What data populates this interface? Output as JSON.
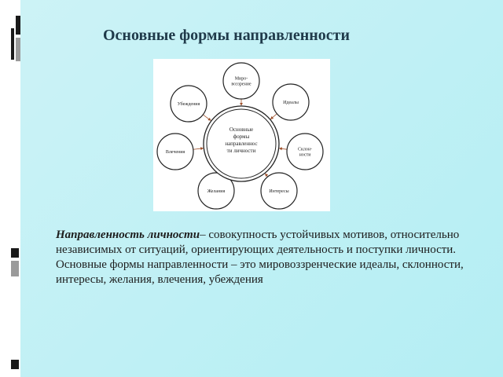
{
  "slide": {
    "title": "Основные формы направленности",
    "diagram": {
      "center_lines": [
        "Основные",
        "формы",
        "направленнос",
        "ти личности"
      ],
      "nodes": [
        {
          "lines": [
            "Миро-",
            "воззрение"
          ]
        },
        {
          "lines": [
            "Идеалы"
          ]
        },
        {
          "lines": [
            "Склон-",
            "ности"
          ]
        },
        {
          "lines": [
            "Интересы"
          ]
        },
        {
          "lines": [
            "Желания"
          ]
        },
        {
          "lines": [
            "Влечения"
          ]
        },
        {
          "lines": [
            "Убеждения"
          ]
        }
      ]
    },
    "paragraph1": {
      "term": "Направленность личности",
      "definition": "– совокупность устойчивых мотивов, относительно независимых от ситуаций, ориентирующих деятельность и поступки личности."
    },
    "paragraph2": "Основные формы направленности – это мировоззренческие идеалы, склонности, интересы, желания, влечения, убеждения"
  }
}
